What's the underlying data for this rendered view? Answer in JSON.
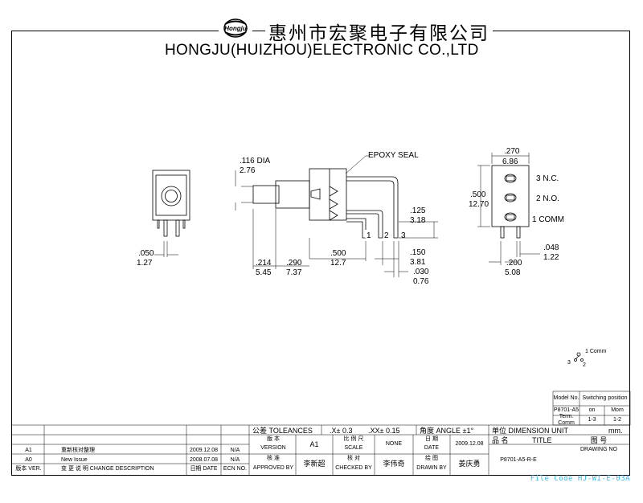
{
  "header": {
    "company_cn": "惠州市宏聚电子有限公司",
    "company_en": "HONGJU(HUIZHOU)ELECTRONIC CO.,LTD",
    "logo_text": "Hongju"
  },
  "front_view": {
    "width_dim": ".050",
    "width_dim_mm": "1.27"
  },
  "side_view": {
    "dia_label": ".116 DIA",
    "dia_mm": "2.76",
    "epoxy_label": "EPOXY SEAL",
    "bushing_dim": ".214",
    "bushing_mm": "5.45",
    "body_dim": ".290",
    "body_mm": "7.37",
    "pin_span_dim": ".500",
    "pin_span_mm": "12.7",
    "height_dim": ".125",
    "height_mm": "3.18",
    "pitch_dim": ".150",
    "pitch_mm": "3.81",
    "pin_dim": ".030",
    "pin_mm": "0.76",
    "pin_labels": [
      "1",
      "2",
      "3"
    ]
  },
  "end_view": {
    "width_dim": ".270",
    "width_mm": "6.86",
    "height_dim": ".500",
    "height_mm": "12.70",
    "terminal_labels": [
      "3 N.C.",
      "2 N.O.",
      "1 COMM"
    ],
    "pin_dim": ".048",
    "pin_mm": "1.22",
    "pitch_dim": ".200",
    "pitch_mm": "5.08"
  },
  "schematic": {
    "comm_label": "1 Comm",
    "label_3": "3",
    "label_2": "2"
  },
  "switch_table": {
    "col1_header": "Model No.",
    "col2_header": "Switching position",
    "model": "P8701-A5",
    "pos_on": "on",
    "pos_mom": "Mom",
    "row2_label": "Term. Comm",
    "row2_val1": "1-3",
    "row2_val2": "1-2"
  },
  "title_block": {
    "tolerances": "公差 TOLEANCES",
    "tol_x": ".X± 0.3",
    "tol_xx": ".XX± 0.15",
    "angle": "角度 ANGLE ±1°",
    "unit_label": "单位  DIMENSION UNIT",
    "unit_value": "mm.",
    "version_label_cn": "版 本",
    "version_label": "VERSION",
    "version": "A1",
    "scale_label_cn": "比 例 尺",
    "scale_label": "SCALE",
    "scale": "NONE",
    "date_label_cn": "日 期",
    "date_label": "DATE",
    "date": "2009.12.08",
    "title_label_cn": "品 名",
    "title_label": "TITLE",
    "drawing_label_cn": "图 号",
    "drawing_label": "DRAWING NO",
    "drawing_no": "P8701-A5-R-E",
    "approved_cn": "核 准",
    "approved": "APPROVED BY",
    "approver": "李新超",
    "checked_cn": "核 对",
    "checked": "CHECKED BY",
    "checker": "李伟奇",
    "drawn_cn": "绘 图",
    "drawn": "DRAWN BY",
    "drawer": "姜庆勇",
    "rev_rows": [
      {
        "ver": "A1",
        "desc": "重新核对整理",
        "date": "2009.12.08",
        "ecn": "N/A"
      },
      {
        "ver": "A0",
        "desc": "New Issue",
        "date": "2008.07.08",
        "ecn": "N/A"
      }
    ],
    "col_ver": "版本 VER.",
    "col_desc": "变 更 说 明   CHANGE DESCRIPTION",
    "col_date": "日期 DATE",
    "col_ecn": "ECN NO."
  },
  "file_code": "File Code  HJ-WI-E-03A"
}
